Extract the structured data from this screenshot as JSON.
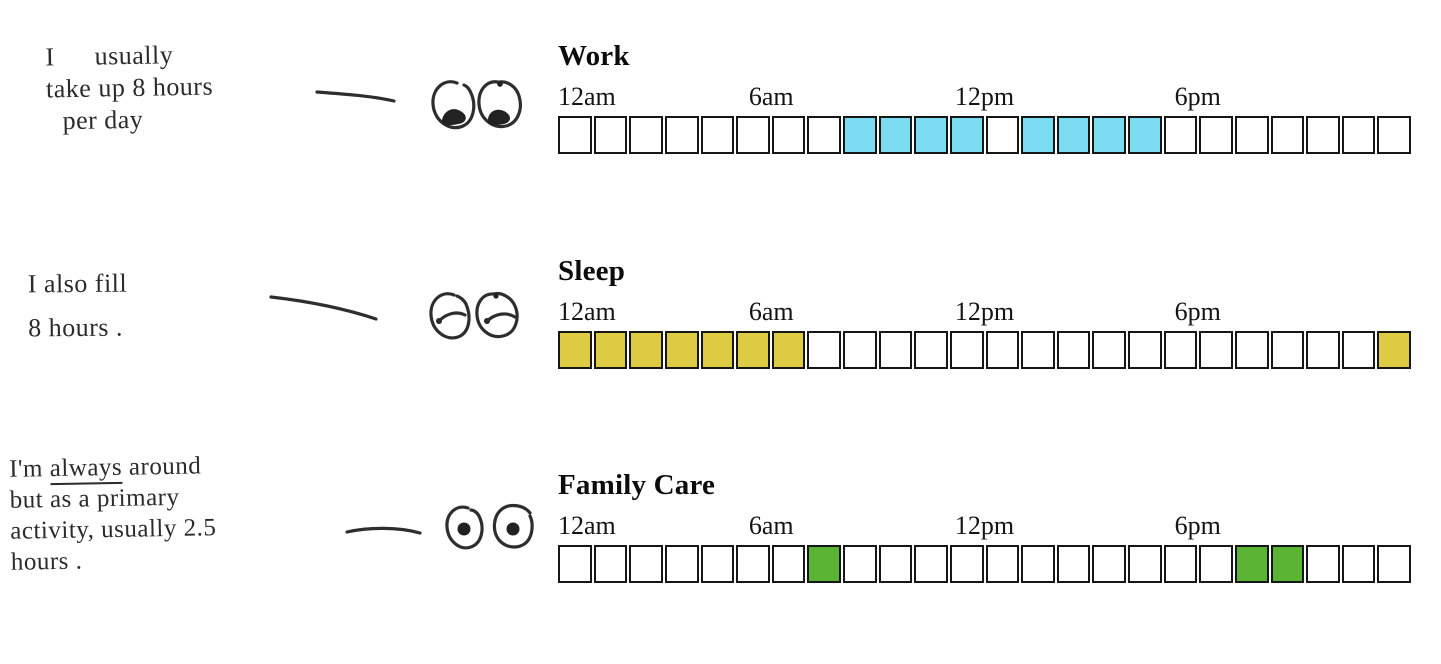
{
  "hour_labels": [
    "12am",
    "6am",
    "12pm",
    "6pm"
  ],
  "rows": [
    {
      "title": "Work",
      "color": "#7bdcf2",
      "filled_hours": [
        8,
        9,
        10,
        11,
        13,
        14,
        15,
        16
      ],
      "eyes_icon": "eyes-looking-down-icon",
      "note": {
        "line1a": "I",
        "line1b": "usually",
        "line2": "take up 8 hours",
        "line3": "per day"
      }
    },
    {
      "title": "Sleep",
      "color": "#ddcb43",
      "filled_hours": [
        0,
        1,
        2,
        3,
        4,
        5,
        6,
        23
      ],
      "eyes_icon": "eyes-closed-icon",
      "note": {
        "line1": "I also fill",
        "line2": "8 hours ."
      }
    },
    {
      "title": "Family Care",
      "color": "#5bb434",
      "filled_hours": [
        7,
        19,
        20
      ],
      "eyes_icon": "eyes-open-icon",
      "note": {
        "line1_pre": "I'm ",
        "line1_underline": "always",
        "line1_post": " around",
        "line2": "but as a primary",
        "line3": "activity, usually 2.5",
        "line4": "hours ."
      }
    }
  ],
  "chart_data": {
    "type": "heatmap",
    "title": "Hours of the day filled per activity",
    "x_unit": "hour of day",
    "x_range": [
      0,
      24
    ],
    "tick_labels": [
      "12am",
      "6am",
      "12pm",
      "6pm"
    ],
    "tick_positions": [
      0,
      6,
      12,
      18
    ],
    "grid": true,
    "series": [
      {
        "name": "Work",
        "filled_hours": [
          8,
          9,
          10,
          11,
          13,
          14,
          15,
          16
        ],
        "hours_total": 8,
        "color": "#7bdcf2",
        "annotation": "I usually take up 8 hours per day"
      },
      {
        "name": "Sleep",
        "filled_hours": [
          0,
          1,
          2,
          3,
          4,
          5,
          6,
          23
        ],
        "hours_total": 8,
        "color": "#ddcb43",
        "annotation": "I also fill 8 hours ."
      },
      {
        "name": "Family Care",
        "filled_hours": [
          7,
          19,
          20
        ],
        "hours_total": 3,
        "color": "#5bb434",
        "annotation": "I'm always around but as a primary activity, usually 2.5 hours ."
      }
    ]
  }
}
